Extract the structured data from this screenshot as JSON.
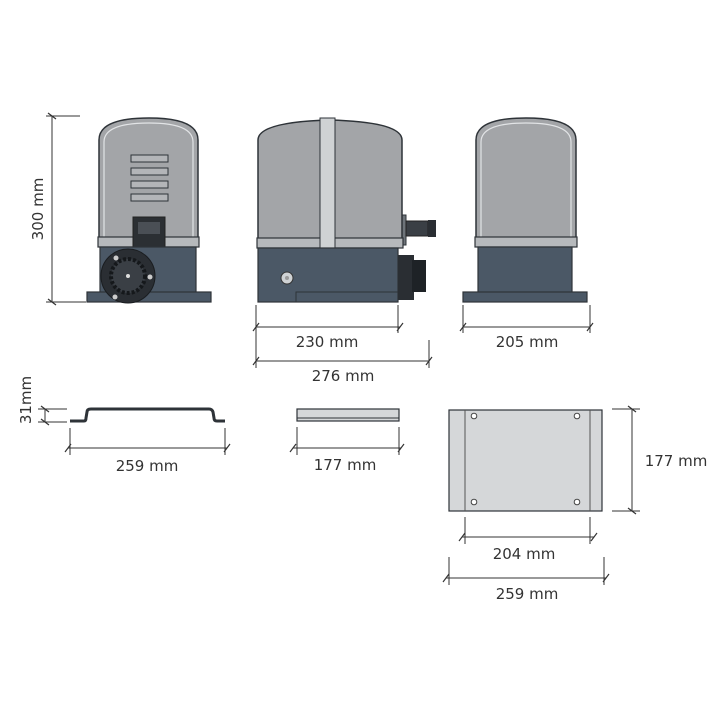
{
  "dimensions": {
    "height": "300 mm",
    "side_body_width": "230 mm",
    "side_total_width": "276 mm",
    "back_width": "205 mm",
    "bracket_height": "31mm",
    "bracket_length": "259 mm",
    "plate_side_length": "177 mm",
    "plate_depth": "177 mm",
    "plate_hole_spacing": "204 mm",
    "plate_length": "259 mm"
  },
  "colors": {
    "cover": "#a3a5a8",
    "base": "#4b5866",
    "plate": "#d5d7d9",
    "outline": "#2e3338"
  }
}
